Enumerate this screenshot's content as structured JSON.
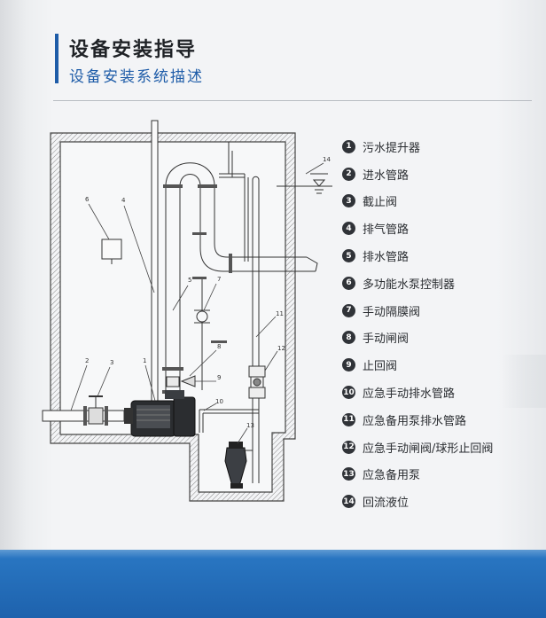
{
  "header": {
    "title": "设备安装指导",
    "subtitle": "设备安装系统描述"
  },
  "diagram": {
    "callouts": [
      "1",
      "2",
      "3",
      "4",
      "5",
      "6",
      "7",
      "8",
      "9",
      "10",
      "11",
      "12",
      "13",
      "14"
    ]
  },
  "legend": {
    "items": [
      {
        "num": "1",
        "label": "污水提升器"
      },
      {
        "num": "2",
        "label": "进水管路"
      },
      {
        "num": "3",
        "label": "截止阀"
      },
      {
        "num": "4",
        "label": "排气管路"
      },
      {
        "num": "5",
        "label": "排水管路"
      },
      {
        "num": "6",
        "label": "多功能水泵控制器"
      },
      {
        "num": "7",
        "label": "手动隔膜阀"
      },
      {
        "num": "8",
        "label": "手动闸阀"
      },
      {
        "num": "9",
        "label": "止回阀"
      },
      {
        "num": "10",
        "label": "应急手动排水管路"
      },
      {
        "num": "11",
        "label": "应急备用泵排水管路"
      },
      {
        "num": "12",
        "label": "应急手动闸阀/球形止回阀"
      },
      {
        "num": "13",
        "label": "应急备用泵"
      },
      {
        "num": "14",
        "label": "回流液位"
      }
    ]
  },
  "colors": {
    "accent": "#1e5ca8",
    "footer": "#2a78c4",
    "badge": "#303338"
  }
}
